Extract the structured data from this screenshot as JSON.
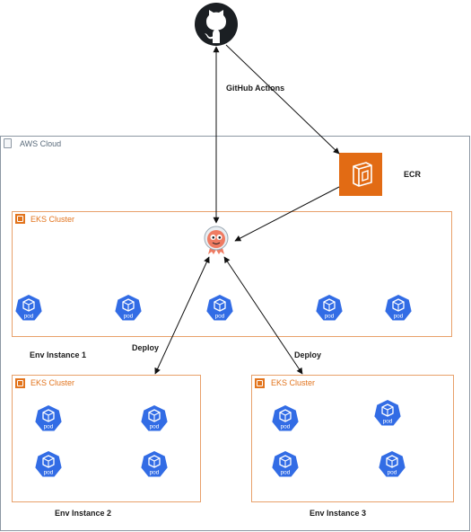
{
  "cloud": {
    "label": "AWS Cloud"
  },
  "clusters": [
    {
      "label": "EKS Cluster",
      "pods": 5,
      "instance": "Env Instance 1"
    },
    {
      "label": "EKS Cluster",
      "pods": 4,
      "instance": "Env Instance 2"
    },
    {
      "label": "EKS Cluster",
      "pods": 4,
      "instance": "Env Instance 3"
    }
  ],
  "labels": {
    "github_actions": "GitHub Actions",
    "ecr": "ECR",
    "deploy_left": "Deploy",
    "deploy_right": "Deploy"
  },
  "pod_text": "pod",
  "icons": {
    "github": "github-octocat-icon",
    "ecr": "ecr-registry-icon",
    "argo": "argo-cd-icon",
    "pod": "kubernetes-pod-icon",
    "cloud": "aws-cloud-icon",
    "cluster": "eks-cluster-icon"
  },
  "colors": {
    "aws_orange": "#e2741d",
    "k8s_blue": "#326ce5",
    "argo_red": "#ef7b62",
    "border_gray": "#8c97a3"
  }
}
